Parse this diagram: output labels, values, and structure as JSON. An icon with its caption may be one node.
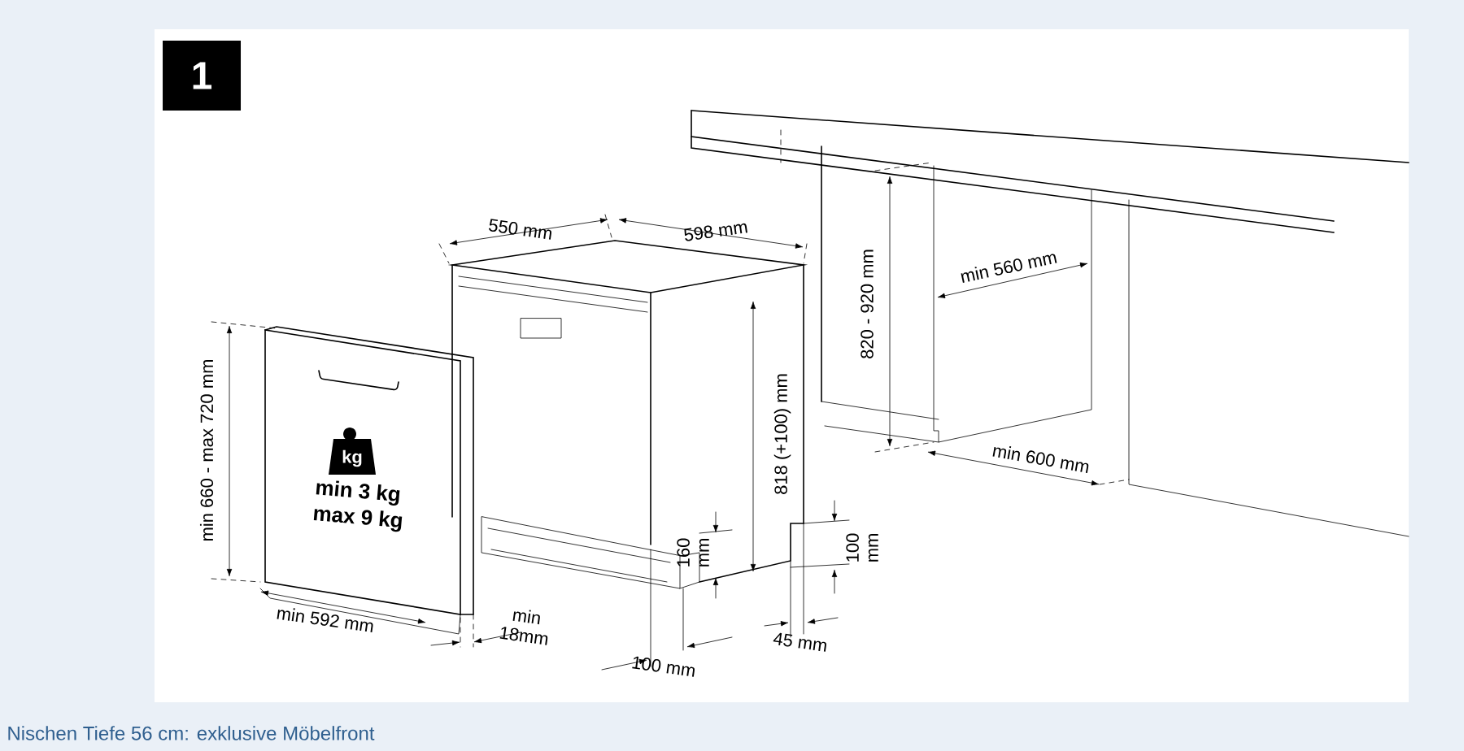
{
  "diagram": {
    "caption": "Nischen Tiefe 56 cm: exklusive Möbelfront",
    "labels": [
      "1",
      "550 mm",
      "598 mm",
      "820 - 920 mm",
      "min 560 mm",
      "min 600 mm",
      "min 660 - max 720 mm",
      "kg",
      "min 3 kg",
      "max 9 kg",
      "818 (+100) mm",
      "160 mm",
      "100 mm",
      "min 592 mm",
      "min 18mm",
      "100 mm",
      "45 mm"
    ]
  }
}
